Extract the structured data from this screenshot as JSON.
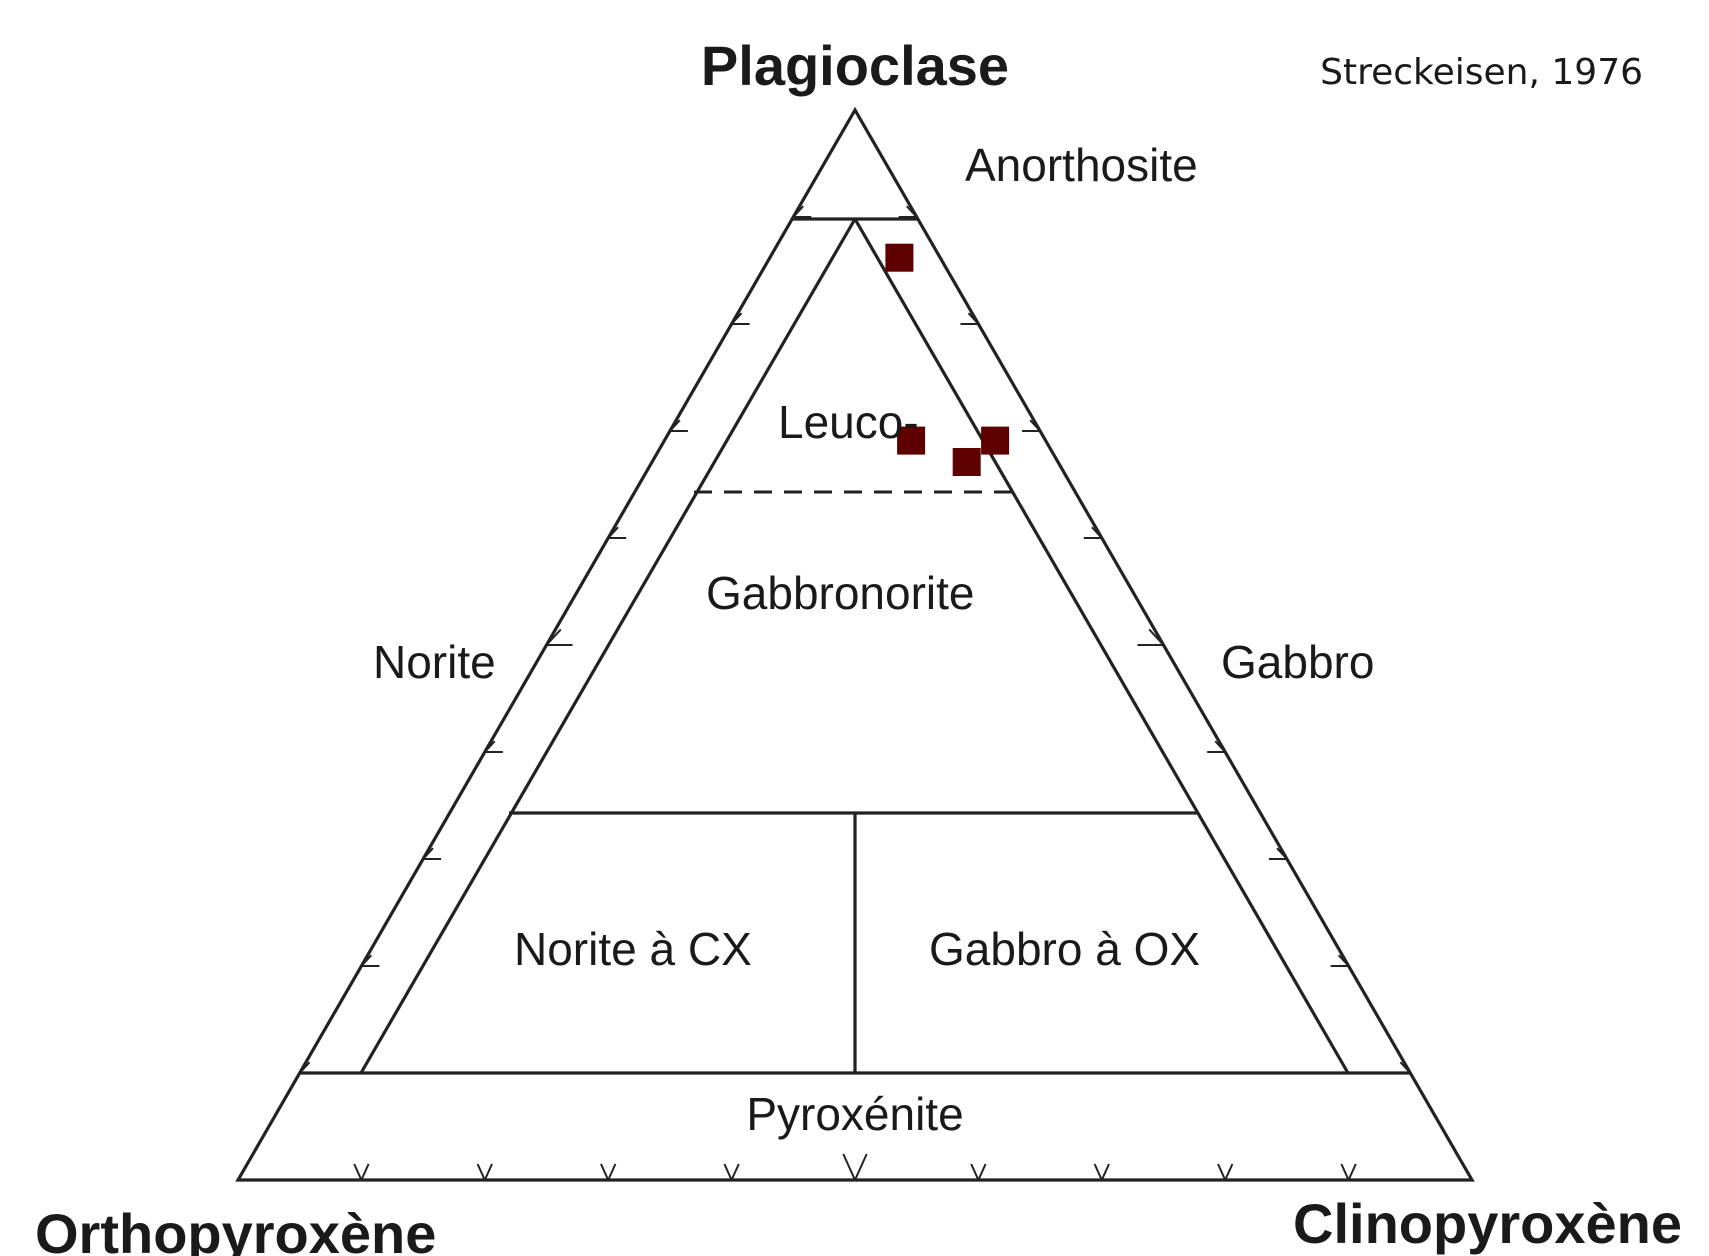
{
  "title": {
    "apex_top": "Plagioclase",
    "apex_left": "Orthopyroxène",
    "apex_right": "Clinopyroxène",
    "citation": "Streckeisen, 1976"
  },
  "fields": {
    "anorthosite": "Anorthosite",
    "leuco": "Leuco-",
    "gabbronorite": "Gabbronorite",
    "norite": "Norite",
    "gabbro": "Gabbro",
    "norite_cx": "Norite à CX",
    "gabbro_ox": "Gabbro à OX",
    "pyroxenite": "Pyroxénite"
  },
  "colors": {
    "sample": "#5e0000",
    "line": "#222222"
  },
  "samples": [
    {
      "plagioclase": 86.2,
      "orthopyroxene": 3.3,
      "clinopyroxene": 10.5
    },
    {
      "plagioclase": 69.1,
      "orthopyroxene": 10.9,
      "clinopyroxene": 20.0
    },
    {
      "plagioclase": 67.1,
      "orthopyroxene": 7.4,
      "clinopyroxene": 25.5
    },
    {
      "plagioclase": 69.1,
      "orthopyroxene": 4.1,
      "clinopyroxene": 26.8
    }
  ]
}
